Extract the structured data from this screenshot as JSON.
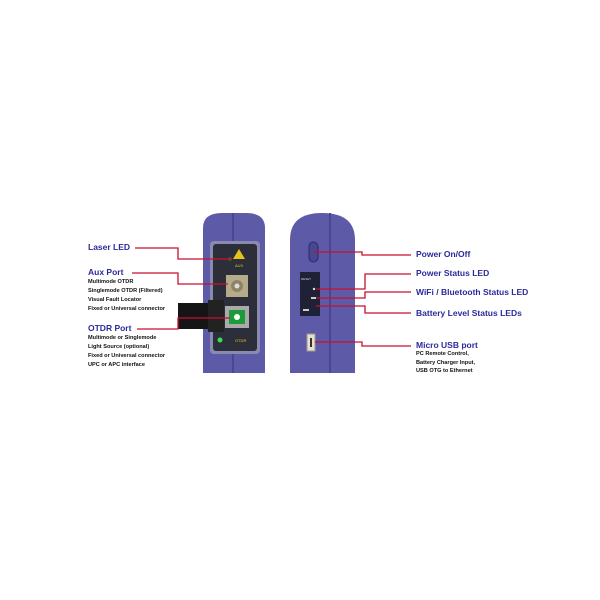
{
  "left_callouts": {
    "laser_led": {
      "title": "Laser LED"
    },
    "aux_port": {
      "title": "Aux Port",
      "details": [
        "Multimode OTDR",
        "Singlemode OTDR (Filtered)",
        "Visual Fault Locator",
        "Fixed or Universal connector"
      ]
    },
    "otdr_port": {
      "title": "OTDR Port",
      "details": [
        "Multimode or Singlemode",
        "Light Source (optional)",
        "Fixed or Universal connector",
        "UPC or APC interface"
      ]
    }
  },
  "right_callouts": {
    "power_on_off": {
      "title": "Power On/Off"
    },
    "power_status_led": {
      "title": "Power Status LED"
    },
    "wifi_bt_led": {
      "title": "WiFi / Bluetooth Status LED"
    },
    "battery_leds": {
      "title": "Battery Level Status LEDs"
    },
    "micro_usb": {
      "title": "Micro USB port",
      "details": [
        "PC Remote Control,",
        "Battery Charger Input,",
        "USB OTG to Ethernet"
      ]
    }
  },
  "device_markings": {
    "aux": "AUX",
    "otdr": "OTDR",
    "reset": "RESET"
  },
  "colors": {
    "body": "#5d5aa8",
    "label": "#2b2a9a",
    "leader": "#c8102e"
  }
}
